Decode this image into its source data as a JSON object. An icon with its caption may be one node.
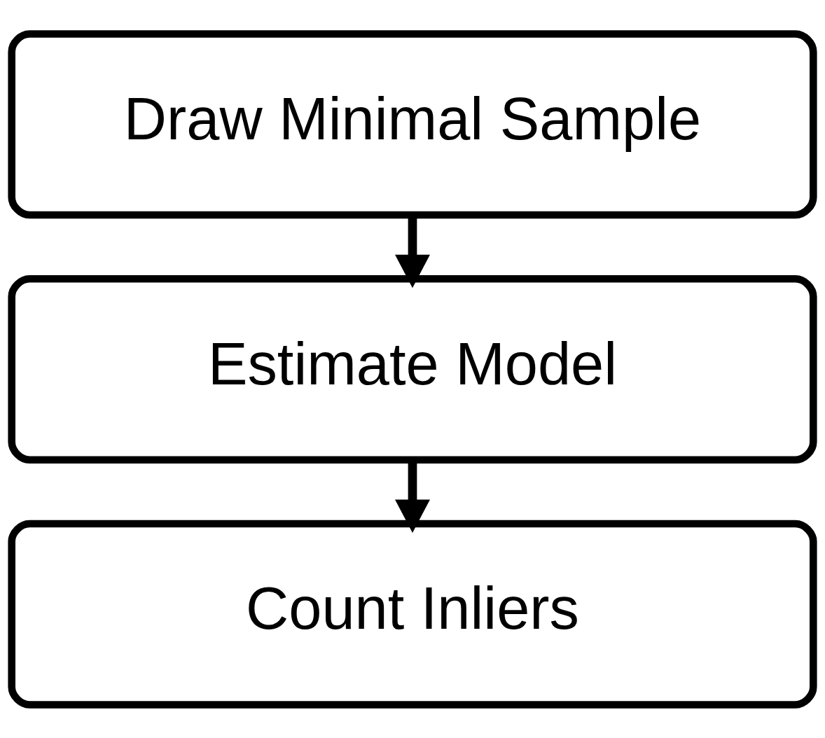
{
  "diagram": {
    "nodes": [
      {
        "text": [
          "Draw Minimal Sample"
        ]
      },
      {
        "text": [
          "Estimate Model"
        ]
      },
      {
        "text": [
          "Count Inliers"
        ]
      }
    ],
    "edges": [
      {
        "from": 0,
        "to": 1,
        "arrow": "to"
      },
      {
        "from": 1,
        "to": 2,
        "arrow": "to"
      }
    ]
  }
}
